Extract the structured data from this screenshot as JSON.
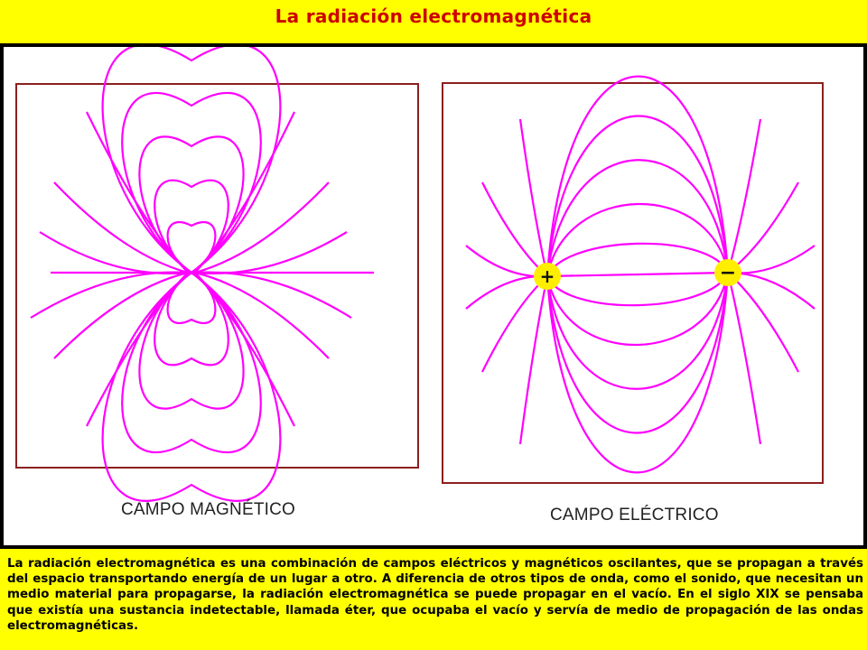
{
  "title": "La radiación electromagnética",
  "colors": {
    "background": "#ffff00",
    "title": "#cc0000",
    "field_lines": "#ff00ff",
    "frame": "#8b2020",
    "charge": "#ffee00"
  },
  "magnetic_panel": {
    "caption": "CAMPO MAGNÉTICO"
  },
  "electric_panel": {
    "caption": "CAMPO ELÉCTRICO",
    "positive_label": "+",
    "negative_label": "−"
  },
  "body_text": "La radiación electromagnética es una combinación de campos eléctricos y magnéticos oscilantes, que se propagan a través del espacio transportando energía de un lugar a otro. A diferencia de otros tipos de onda, como el sonido, que necesitan un medio material para propagarse, la radiación electromagnética se puede propagar en el vacío. En el siglo XIX se pensaba que existía una sustancia indetectable, llamada éter, que ocupaba el vacío y servía de medio de propagación de las ondas electromagnéticas."
}
